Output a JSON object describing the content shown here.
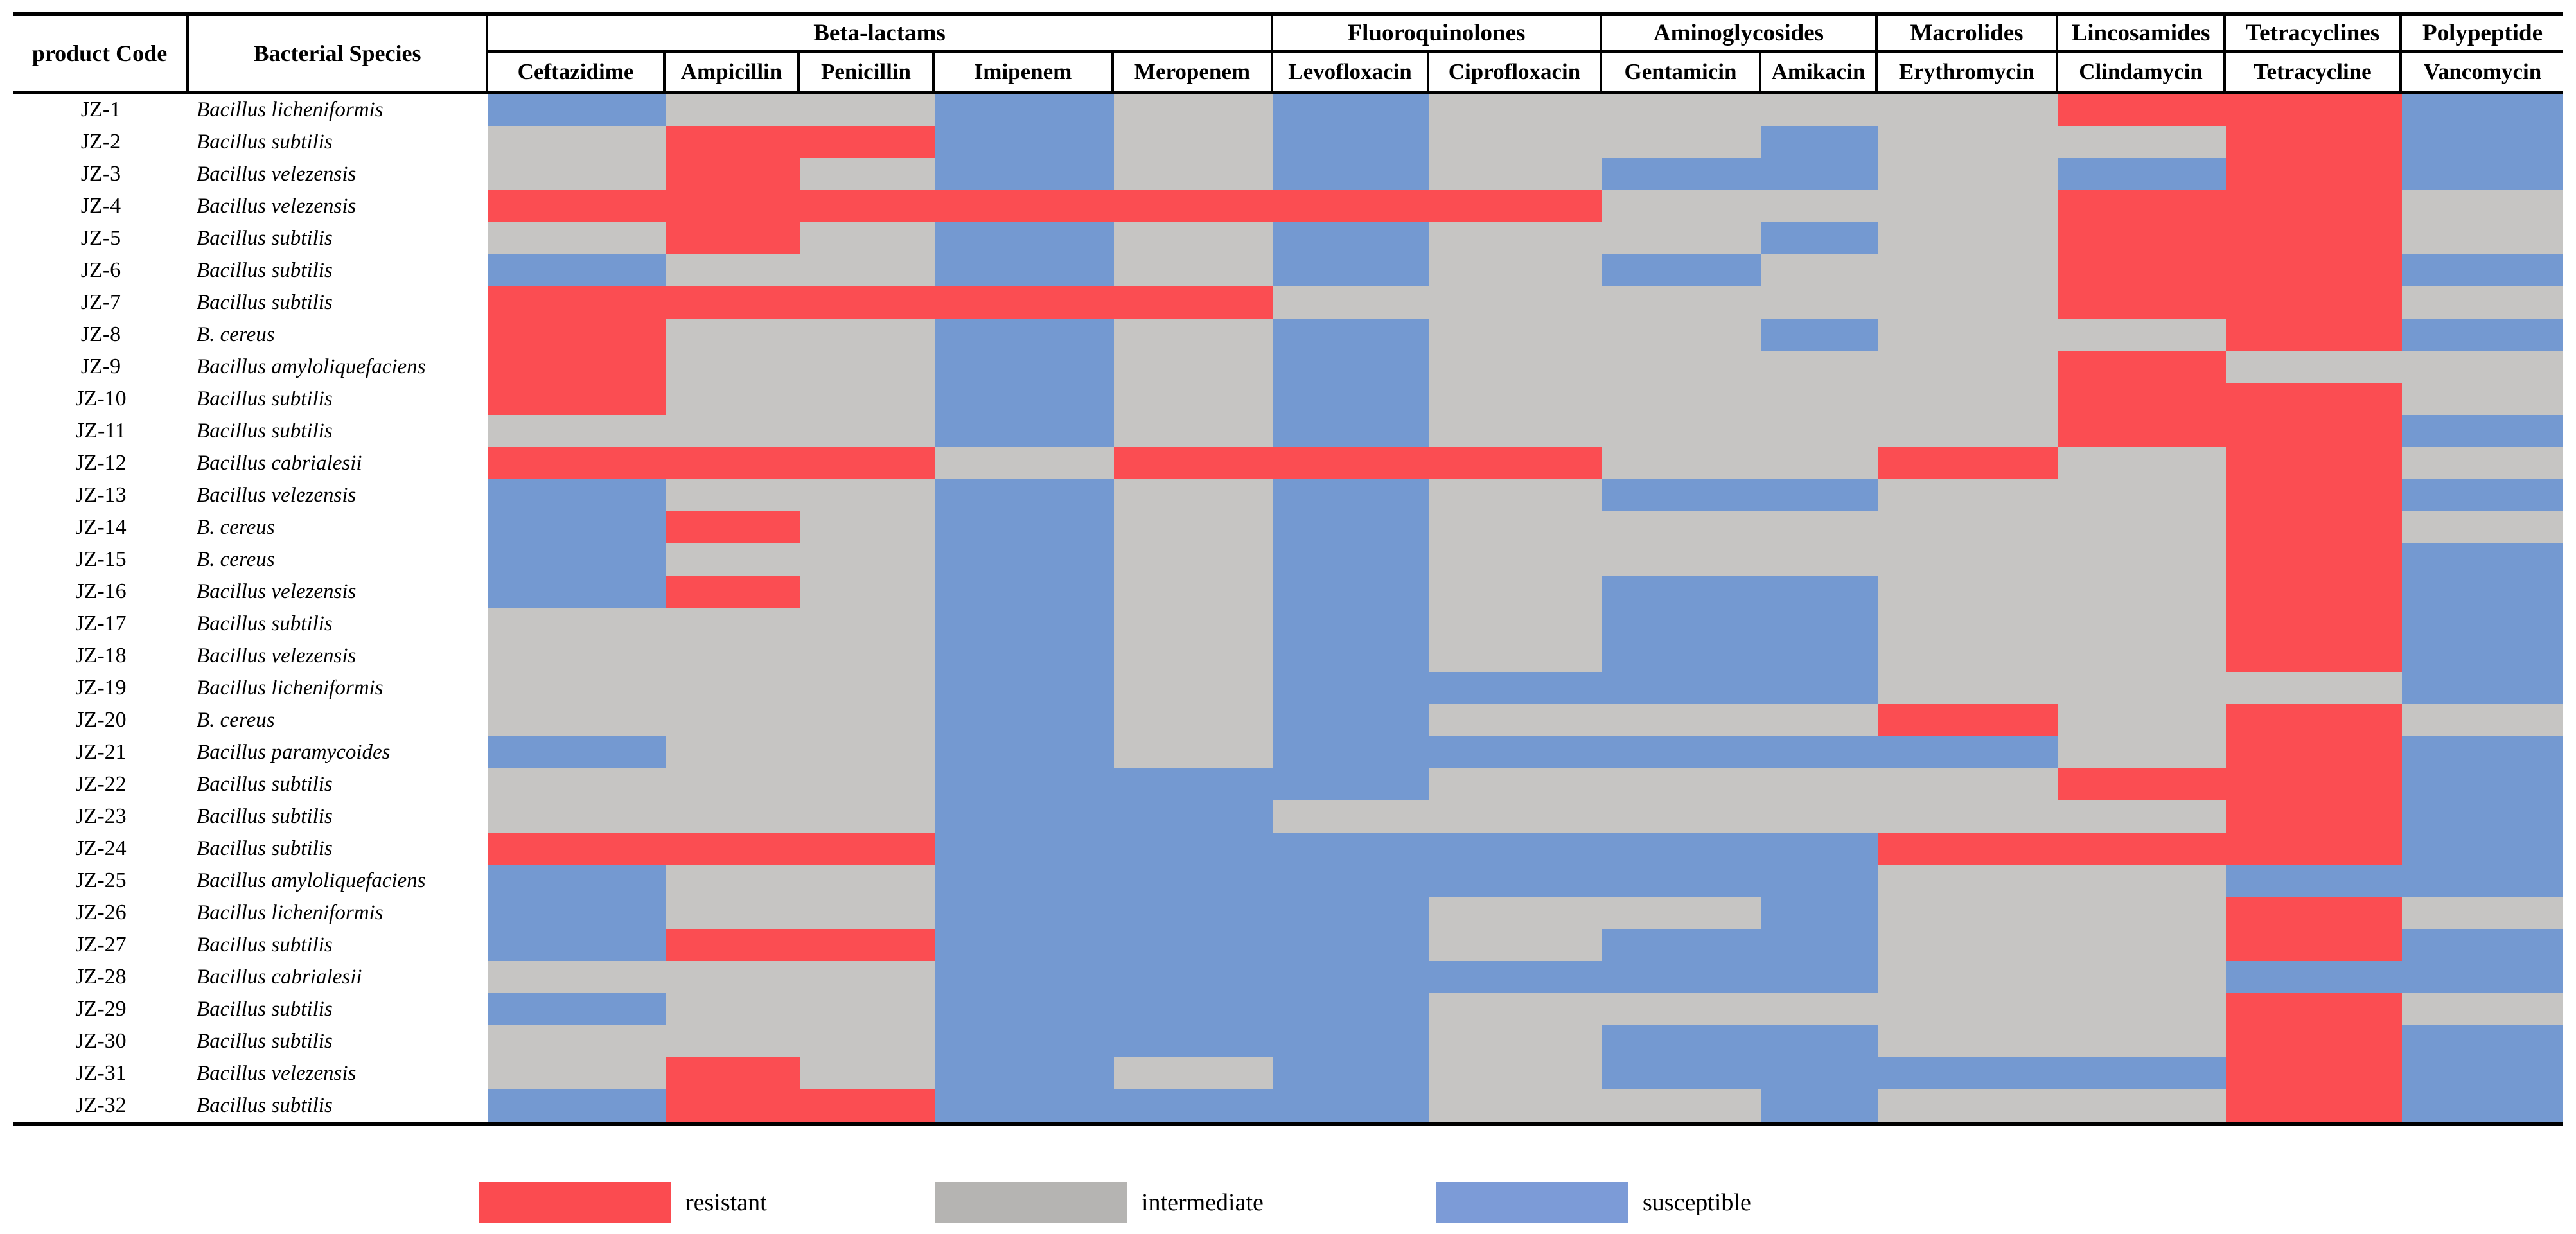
{
  "chart_data": {
    "type": "heatmap",
    "title": "",
    "corner_headers": [
      "product Code",
      "Bacterial Species"
    ],
    "x_groups": [
      {
        "label": "Beta-lactams",
        "span": 5
      },
      {
        "label": "Fluoroquinolones",
        "span": 2
      },
      {
        "label": "Aminoglycosides",
        "span": 2
      },
      {
        "label": "Macrolides",
        "span": 1
      },
      {
        "label": "Lincosamides",
        "span": 1
      },
      {
        "label": "Tetracyclines",
        "span": 1
      },
      {
        "label": "Polypeptide",
        "span": 1
      }
    ],
    "x_categories": [
      "Ceftazidime",
      "Ampicillin",
      "Penicillin",
      "Imipenem",
      "Meropenem",
      "Levofloxacin",
      "Ciprofloxacin",
      "Gentamicin",
      "Amikacin",
      "Erythromycin",
      "Clindamycin",
      "Tetracycline",
      "Vancomycin"
    ],
    "y_categories": [
      "JZ-1",
      "JZ-2",
      "JZ-3",
      "JZ-4",
      "JZ-5",
      "JZ-6",
      "JZ-7",
      "JZ-8",
      "JZ-9",
      "JZ-10",
      "JZ-11",
      "JZ-12",
      "JZ-13",
      "JZ-14",
      "JZ-15",
      "JZ-16",
      "JZ-17",
      "JZ-18",
      "JZ-19",
      "JZ-20",
      "JZ-21",
      "JZ-22",
      "JZ-23",
      "JZ-24",
      "JZ-25",
      "JZ-26",
      "JZ-27",
      "JZ-28",
      "JZ-29",
      "JZ-30",
      "JZ-31",
      "JZ-32"
    ],
    "species": [
      "Bacillus licheniformis",
      "Bacillus subtilis",
      "Bacillus velezensis",
      "Bacillus velezensis",
      "Bacillus subtilis",
      "Bacillus subtilis",
      "Bacillus subtilis",
      "B. cereus",
      "Bacillus amyloliquefaciens",
      "Bacillus subtilis",
      "Bacillus subtilis",
      "Bacillus cabrialesii",
      "Bacillus velezensis",
      "B. cereus",
      "B. cereus",
      "Bacillus velezensis",
      "Bacillus subtilis",
      "Bacillus velezensis",
      "Bacillus licheniformis",
      "B. cereus",
      "Bacillus paramycoides",
      "Bacillus subtilis",
      "Bacillus subtilis",
      "Bacillus subtilis",
      "Bacillus amyloliquefaciens",
      "Bacillus licheniformis",
      "Bacillus subtilis",
      "Bacillus cabrialesii",
      "Bacillus subtilis",
      "Bacillus subtilis",
      "Bacillus velezensis",
      "Bacillus subtilis"
    ],
    "values": [
      [
        "S",
        "I",
        "I",
        "S",
        "I",
        "S",
        "I",
        "I",
        "I",
        "I",
        "R",
        "R",
        "S"
      ],
      [
        "I",
        "R",
        "R",
        "S",
        "I",
        "S",
        "I",
        "I",
        "S",
        "I",
        "I",
        "R",
        "S"
      ],
      [
        "I",
        "R",
        "I",
        "S",
        "I",
        "S",
        "I",
        "S",
        "S",
        "I",
        "S",
        "R",
        "S"
      ],
      [
        "R",
        "R",
        "R",
        "R",
        "R",
        "R",
        "R",
        "I",
        "I",
        "I",
        "R",
        "R",
        "I"
      ],
      [
        "I",
        "R",
        "I",
        "S",
        "I",
        "S",
        "I",
        "I",
        "S",
        "I",
        "R",
        "R",
        "I"
      ],
      [
        "S",
        "I",
        "I",
        "S",
        "I",
        "S",
        "I",
        "S",
        "I",
        "I",
        "R",
        "R",
        "S"
      ],
      [
        "R",
        "R",
        "R",
        "R",
        "R",
        "I",
        "I",
        "I",
        "I",
        "I",
        "R",
        "R",
        "I"
      ],
      [
        "R",
        "I",
        "I",
        "S",
        "I",
        "S",
        "I",
        "I",
        "S",
        "I",
        "I",
        "R",
        "S"
      ],
      [
        "R",
        "I",
        "I",
        "S",
        "I",
        "S",
        "I",
        "I",
        "I",
        "I",
        "R",
        "I",
        "I"
      ],
      [
        "R",
        "I",
        "I",
        "S",
        "I",
        "S",
        "I",
        "I",
        "I",
        "I",
        "R",
        "R",
        "I"
      ],
      [
        "I",
        "I",
        "I",
        "S",
        "I",
        "S",
        "I",
        "I",
        "I",
        "I",
        "R",
        "R",
        "S"
      ],
      [
        "R",
        "R",
        "R",
        "I",
        "R",
        "R",
        "R",
        "I",
        "I",
        "R",
        "I",
        "R",
        "I"
      ],
      [
        "S",
        "I",
        "I",
        "S",
        "I",
        "S",
        "I",
        "S",
        "S",
        "I",
        "I",
        "R",
        "S"
      ],
      [
        "S",
        "R",
        "I",
        "S",
        "I",
        "S",
        "I",
        "I",
        "I",
        "I",
        "I",
        "R",
        "I"
      ],
      [
        "S",
        "I",
        "I",
        "S",
        "I",
        "S",
        "I",
        "I",
        "I",
        "I",
        "I",
        "R",
        "S"
      ],
      [
        "S",
        "R",
        "I",
        "S",
        "I",
        "S",
        "I",
        "S",
        "S",
        "I",
        "I",
        "R",
        "S"
      ],
      [
        "I",
        "I",
        "I",
        "S",
        "I",
        "S",
        "I",
        "S",
        "S",
        "I",
        "I",
        "R",
        "S"
      ],
      [
        "I",
        "I",
        "I",
        "S",
        "I",
        "S",
        "I",
        "S",
        "S",
        "I",
        "I",
        "R",
        "S"
      ],
      [
        "I",
        "I",
        "I",
        "S",
        "I",
        "S",
        "S",
        "S",
        "S",
        "I",
        "I",
        "I",
        "S"
      ],
      [
        "I",
        "I",
        "I",
        "S",
        "I",
        "S",
        "I",
        "I",
        "I",
        "R",
        "I",
        "R",
        "I"
      ],
      [
        "S",
        "I",
        "I",
        "S",
        "I",
        "S",
        "S",
        "S",
        "S",
        "S",
        "I",
        "R",
        "S"
      ],
      [
        "I",
        "I",
        "I",
        "S",
        "S",
        "S",
        "I",
        "I",
        "I",
        "I",
        "R",
        "R",
        "S"
      ],
      [
        "I",
        "I",
        "I",
        "S",
        "S",
        "I",
        "I",
        "I",
        "I",
        "I",
        "I",
        "R",
        "S"
      ],
      [
        "R",
        "R",
        "R",
        "S",
        "S",
        "S",
        "S",
        "S",
        "S",
        "R",
        "R",
        "R",
        "S"
      ],
      [
        "S",
        "I",
        "I",
        "S",
        "S",
        "S",
        "S",
        "S",
        "S",
        "I",
        "I",
        "S",
        "S"
      ],
      [
        "S",
        "I",
        "I",
        "S",
        "S",
        "S",
        "I",
        "I",
        "S",
        "I",
        "I",
        "R",
        "I"
      ],
      [
        "S",
        "R",
        "R",
        "S",
        "S",
        "S",
        "I",
        "S",
        "S",
        "I",
        "I",
        "R",
        "S"
      ],
      [
        "I",
        "I",
        "I",
        "S",
        "S",
        "S",
        "S",
        "S",
        "S",
        "I",
        "I",
        "S",
        "S"
      ],
      [
        "S",
        "I",
        "I",
        "S",
        "S",
        "S",
        "I",
        "I",
        "I",
        "I",
        "I",
        "R",
        "I"
      ],
      [
        "I",
        "I",
        "I",
        "S",
        "S",
        "S",
        "I",
        "S",
        "S",
        "I",
        "I",
        "R",
        "S"
      ],
      [
        "I",
        "R",
        "I",
        "S",
        "I",
        "S",
        "I",
        "S",
        "S",
        "S",
        "S",
        "R",
        "S"
      ],
      [
        "S",
        "R",
        "R",
        "S",
        "S",
        "S",
        "I",
        "I",
        "S",
        "I",
        "I",
        "R",
        "S"
      ]
    ],
    "value_legend": {
      "R": "resistant",
      "I": "intermediate",
      "S": "susceptible"
    },
    "colors": {
      "R": "#FB4D52",
      "I": "#C6C5C3",
      "S": "#7499D1"
    },
    "layout_hints": {
      "grid": false,
      "legend_position": "bottom"
    }
  },
  "legend": [
    {
      "label": "resistant",
      "color": "#FB4B50"
    },
    {
      "label": "intermediate",
      "color": "#B5B4B2"
    },
    {
      "label": "susceptible",
      "color": "#7C9BD7"
    }
  ]
}
